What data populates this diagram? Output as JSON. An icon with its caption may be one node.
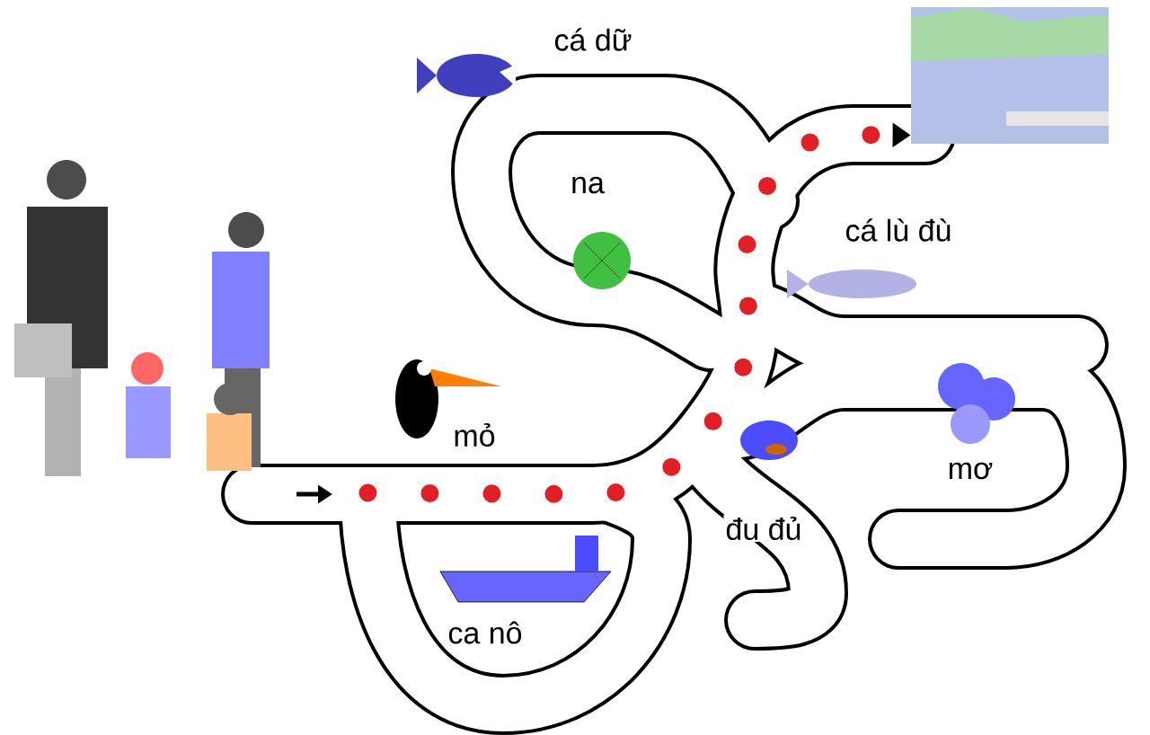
{
  "diagram": {
    "nodes": [
      {
        "text": [],
        "shape": "picture"
      },
      {
        "text": [],
        "shape": "picture"
      }
    ],
    "edges": [
      {
        "from": 0,
        "to": 1,
        "arrow": "to",
        "style": "dashed",
        "color": "#e31e24"
      }
    ],
    "labels": [
      "cá dữ",
      "na",
      "cá lù đù",
      "mỏ",
      "đu đủ",
      "mơ",
      "ca nô"
    ]
  }
}
